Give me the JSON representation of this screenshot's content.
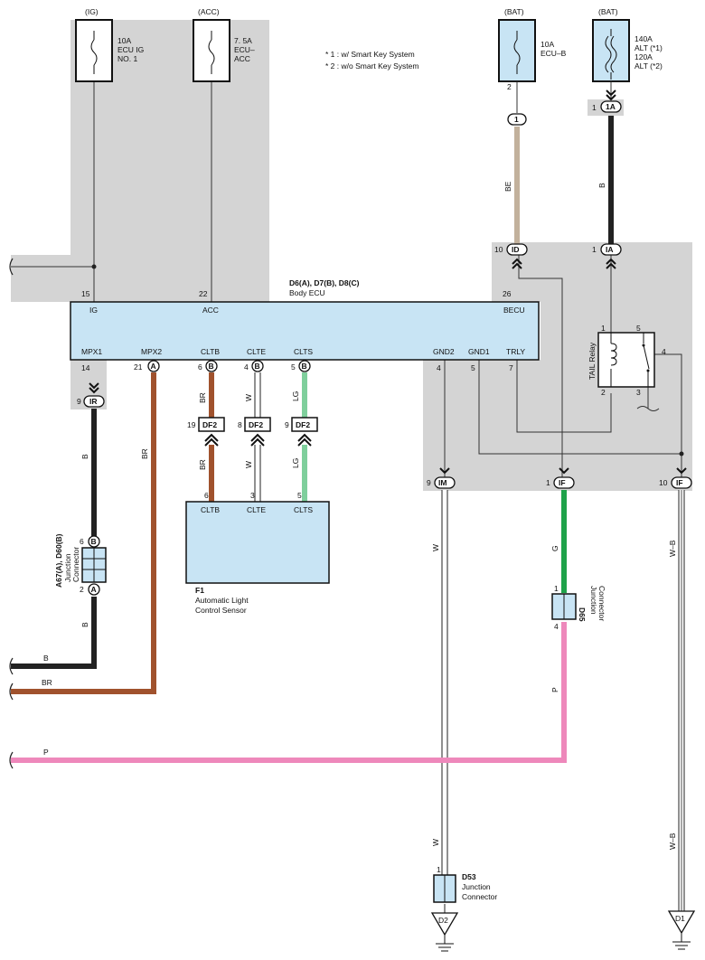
{
  "top_sources": {
    "ig": "(IG)",
    "acc": "(ACC)",
    "bat1": "(BAT)",
    "bat2": "(BAT)"
  },
  "fuses": {
    "ig": [
      "10A",
      "ECU IG",
      "NO. 1"
    ],
    "acc": [
      "7. 5A",
      "ECU–",
      "ACC"
    ],
    "ecu_b": [
      "10A",
      "ECU–B"
    ],
    "alt": [
      "140A",
      "ALT (*1)",
      "120A",
      "ALT (*2)"
    ]
  },
  "notes": [
    "* 1 : w/ Smart Key System",
    "* 2 : w/o Smart Key System"
  ],
  "body_ecu": {
    "id": "D6(A), D7(B), D8(C)",
    "name": "Body ECU",
    "pins_top": [
      {
        "num": "15",
        "name": "IG"
      },
      {
        "num": "22",
        "name": "ACC"
      },
      {
        "num": "26",
        "name": "BECU"
      }
    ],
    "pins_bottom": [
      {
        "num": "14",
        "name": "MPX1"
      },
      {
        "num": "21",
        "name": "MPX2"
      },
      {
        "num": "6",
        "name": "CLTB"
      },
      {
        "num": "4",
        "name": "CLTE"
      },
      {
        "num": "5",
        "name": "CLTS"
      },
      {
        "num": "4",
        "name": "GND2"
      },
      {
        "num": "5",
        "name": "GND1"
      },
      {
        "num": "7",
        "name": "TRLY"
      }
    ],
    "connector_letters": {
      "a": "A",
      "b": "B"
    }
  },
  "sensor": {
    "id": "F1",
    "name": [
      "Automatic Light",
      "Control Sensor"
    ],
    "pins": [
      {
        "num": "6",
        "name": "CLTB"
      },
      {
        "num": "3",
        "name": "CLTE"
      },
      {
        "num": "5",
        "name": "CLTS"
      }
    ]
  },
  "inline_connectors": {
    "df2": "DF2",
    "df2_pins": [
      "19",
      "8",
      "9"
    ],
    "ir": {
      "code": "IR",
      "pin": "9"
    },
    "one": {
      "code": "1",
      "pin": "2"
    },
    "one_a": {
      "code": "1A",
      "pin": "1"
    },
    "id": {
      "code": "ID",
      "pin": "10"
    },
    "ia": {
      "code": "IA",
      "pin": "1"
    },
    "im": {
      "code": "IM",
      "pin": "9"
    },
    "if1": {
      "code": "IF",
      "pin": "1"
    },
    "if2": {
      "code": "IF",
      "pin": "10"
    }
  },
  "junction_a67": {
    "id": "A67(A), D60(B)",
    "name": [
      "Junction",
      "Connector"
    ],
    "pin_top": "6",
    "letter_top": "B",
    "pin_bottom": "2",
    "letter_bottom": "A"
  },
  "junction_d65": {
    "id": "D65",
    "name": [
      "Junction",
      "Connector"
    ],
    "pin_top": "1",
    "pin_bottom": "4"
  },
  "junction_d53": {
    "id": "D53",
    "name": [
      "Junction",
      "Connector"
    ],
    "pin": "1"
  },
  "tail_relay": {
    "name": "TAIL Relay",
    "pins": [
      "1",
      "5",
      "2",
      "3",
      "4"
    ]
  },
  "wire_colors": {
    "b": "B",
    "br": "BR",
    "be": "BE",
    "w": "W",
    "lg": "LG",
    "g": "G",
    "p": "P",
    "wb": "W–B"
  },
  "grounds": {
    "d2": "D2",
    "d1": "D1"
  },
  "colors": {
    "wire_black": "#222222",
    "wire_brown": "#a0522d",
    "wire_beige": "#c2b19c",
    "wire_green": "#1fa24a",
    "wire_lightgreen": "#7fcf9c",
    "wire_pink": "#ee88bb",
    "component_fill": "#c8e4f4",
    "shade": "#d4d4d4"
  }
}
